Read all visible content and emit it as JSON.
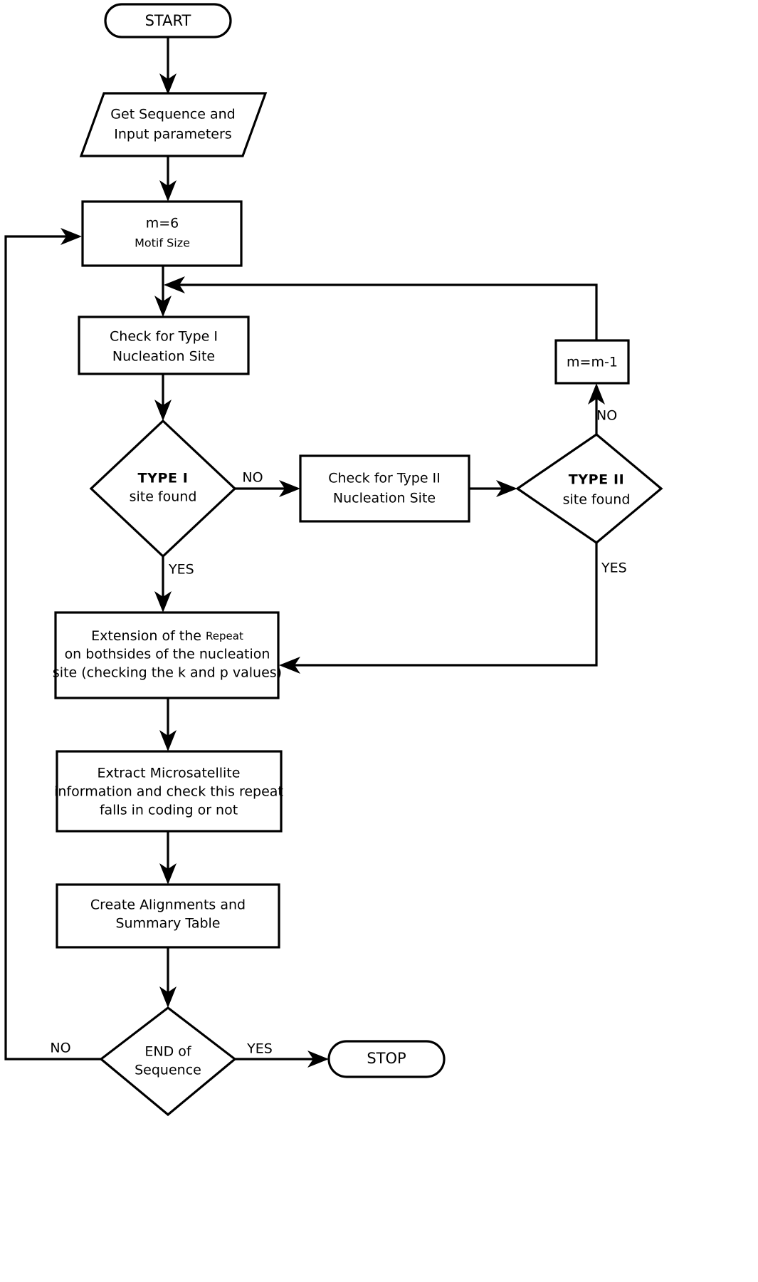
{
  "diagram": {
    "title": "Microsatellite detection algorithm flowchart",
    "type": "flowchart",
    "background_color": "#ffffff",
    "line_color": "#000000"
  },
  "nodes": {
    "start": {
      "label": "START",
      "shape": "terminator"
    },
    "input": {
      "line1": "Get Sequence and",
      "line2": "Input parameters",
      "shape": "parallelogram"
    },
    "motif": {
      "line1": "m=6",
      "line2": "Motif Size",
      "shape": "process"
    },
    "check_type1": {
      "line1": "Check for Type I",
      "line2": "Nucleation Site",
      "shape": "process"
    },
    "decide_type1": {
      "line1": "TYPE I",
      "line2": "site found",
      "shape": "decision"
    },
    "check_type2": {
      "line1": "Check for Type II",
      "line2": "Nucleation Site",
      "shape": "process"
    },
    "decide_type2": {
      "line1": "TYPE II",
      "line2": "site found",
      "shape": "decision"
    },
    "decrement": {
      "label": "m=m-1",
      "shape": "process"
    },
    "extension": {
      "line1a": "Extension of the ",
      "line1b": "Repeat",
      "line2": "on bothsides of the nucleation",
      "line3": "site (checking the k and p values)",
      "shape": "process"
    },
    "extract": {
      "line1": "Extract Microsatellite",
      "line2": "information and check this repeat",
      "line3": "falls in coding or not",
      "shape": "process"
    },
    "align": {
      "line1": "Create Alignments and",
      "line2": "Summary Table",
      "shape": "process"
    },
    "decide_end": {
      "line1": "END of",
      "line2": "Sequence",
      "shape": "decision"
    },
    "stop": {
      "label": "STOP",
      "shape": "terminator"
    }
  },
  "edge_labels": {
    "type1_no": "NO",
    "type1_yes": "YES",
    "type2_no": "NO",
    "type2_yes": "YES",
    "end_no": "NO",
    "end_yes": "YES"
  }
}
